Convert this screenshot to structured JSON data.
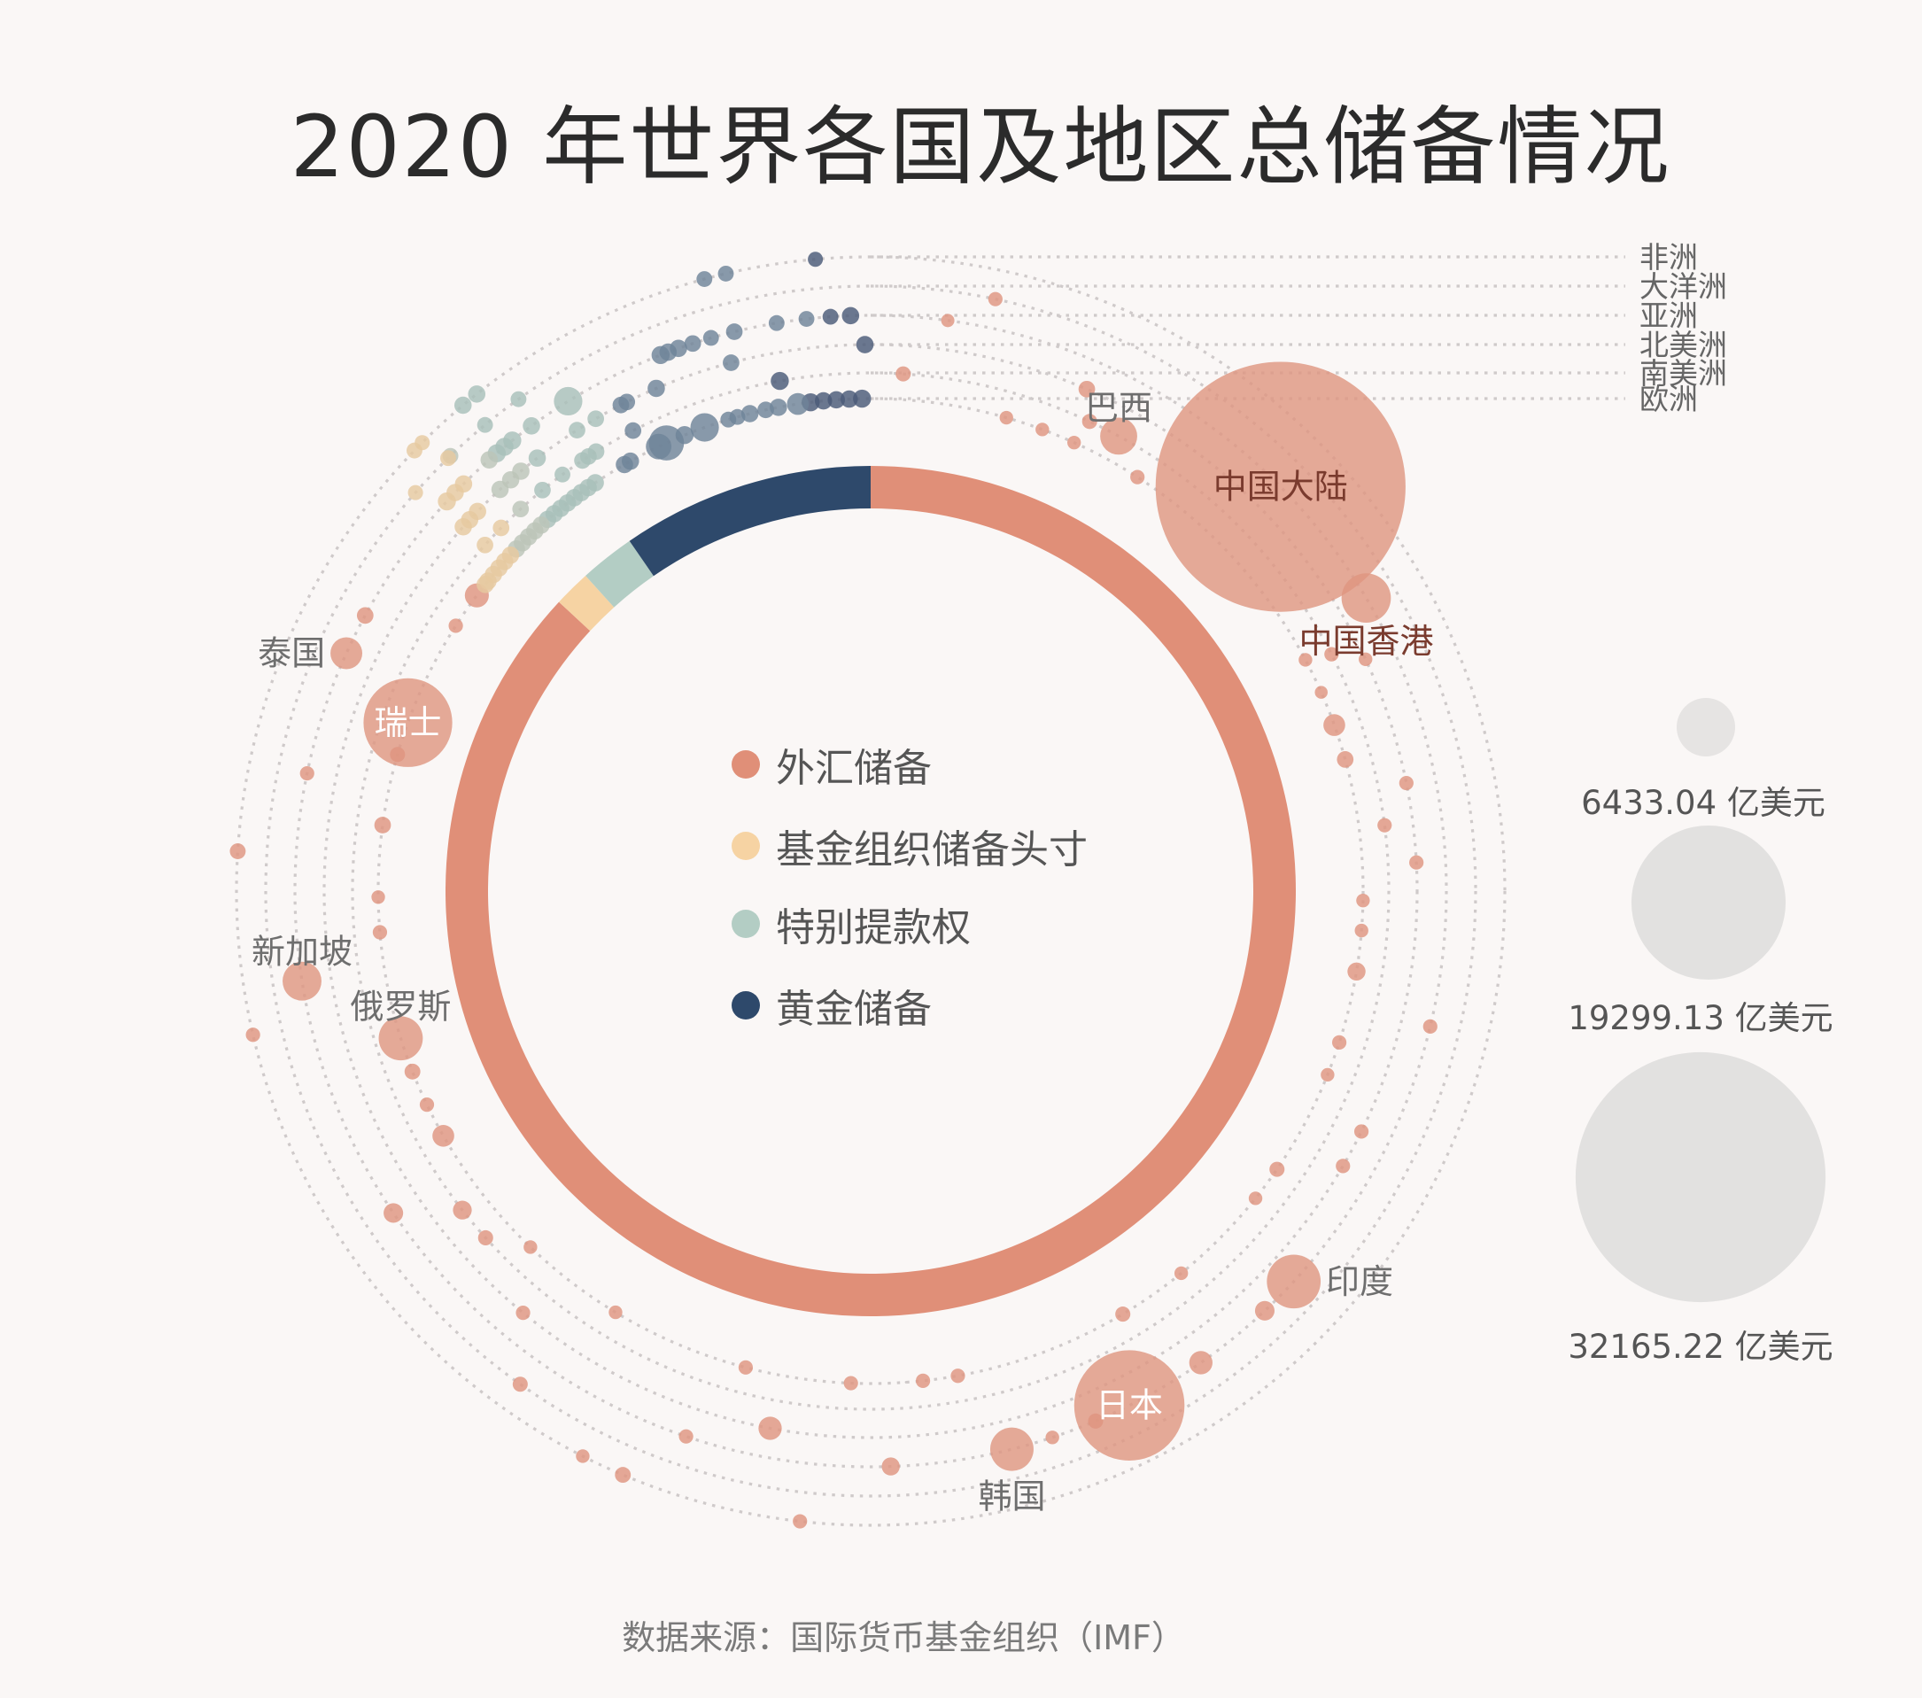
{
  "title": "2020 年世界各国及地区总储备情况",
  "source": "数据来源：国际货币基金组织（IMF）",
  "chart_data": {
    "type": "bubble-ring",
    "title": "2020 年世界各国及地区总储备情况",
    "unit": "亿美元",
    "composition": {
      "labels": [
        "外汇储备",
        "基金组织储备头寸",
        "特别提款权",
        "黄金储备"
      ],
      "percent": [
        86.9,
        1.4,
        2.1,
        9.6
      ],
      "colors": [
        "#e08f78",
        "#f6d3a3",
        "#b3cdc4",
        "#2e496b"
      ]
    },
    "rings": [
      "非洲",
      "大洋洲",
      "亚洲",
      "北美洲",
      "南美洲",
      "欧洲"
    ],
    "size_legend": [
      {
        "value": 6433.04,
        "label": "6433.04 亿美元"
      },
      {
        "value": 19299.13,
        "label": "19299.13 亿美元"
      },
      {
        "value": 32165.22,
        "label": "32165.22 亿美元"
      }
    ],
    "palette": {
      "o": "#df9580",
      "n": "#4a5a78",
      "s": "#6f8499",
      "t": "#a8c0ba",
      "g": "#bcc4b8",
      "y": "#e6c9a0"
    },
    "labeled": [
      {
        "name": "中国大陆",
        "ring": 2,
        "angle": 45.4,
        "value": 32165,
        "color": "o",
        "label_style": "inside-dark"
      },
      {
        "name": "中国香港",
        "ring": 2,
        "angle": 59.4,
        "value": 5200,
        "color": "o",
        "label_style": "bottom-dark"
      },
      {
        "name": "巴西",
        "ring": 4,
        "angle": 28.6,
        "value": 3550,
        "color": "o",
        "label_style": "top"
      },
      {
        "name": "印度",
        "ring": 2,
        "angle": 132.7,
        "value": 5800,
        "color": "o",
        "label_style": "right"
      },
      {
        "name": "日本",
        "ring": 2,
        "angle": 153.3,
        "value": 13400,
        "color": "o",
        "label_style": "inside-light"
      },
      {
        "name": "韩国",
        "ring": 2,
        "angle": 165.8,
        "value": 4400,
        "color": "o",
        "label_style": "bottom"
      },
      {
        "name": "俄罗斯",
        "ring": 5,
        "angle": 252.6,
        "value": 4500,
        "color": "o",
        "label_style": "top"
      },
      {
        "name": "新加坡",
        "ring": 2,
        "angle": 261,
        "value": 3800,
        "color": "o",
        "label_style": "top"
      },
      {
        "name": "瑞士",
        "ring": 5,
        "angle": 290,
        "value": 10500,
        "color": "o",
        "label_style": "inside-light"
      },
      {
        "name": "泰国",
        "ring": 2,
        "angle": 294.4,
        "value": 2850,
        "color": "o",
        "label_style": "left"
      }
    ],
    "dots_fields": [
      "ring",
      "angle",
      "value",
      "color"
    ],
    "dots": [
      [
        1,
        11.9,
        500,
        "o"
      ],
      [
        2,
        7.7,
        350,
        "o"
      ],
      [
        4,
        3.6,
        600,
        "o"
      ],
      [
        5,
        16,
        400,
        "o"
      ],
      [
        5,
        20.4,
        400,
        "o"
      ],
      [
        5,
        24.4,
        400,
        "o"
      ],
      [
        4,
        25,
        600,
        "o"
      ],
      [
        3,
        23.3,
        800,
        "o"
      ],
      [
        5,
        32.8,
        500,
        "o"
      ],
      [
        5,
        62,
        400,
        "o"
      ],
      [
        4,
        62.8,
        500,
        "o"
      ],
      [
        3,
        64.9,
        400,
        "o"
      ],
      [
        5,
        66.2,
        300,
        "o"
      ],
      [
        5,
        70.3,
        1500,
        "o"
      ],
      [
        5,
        74.5,
        800,
        "o"
      ],
      [
        3,
        78.6,
        500,
        "o"
      ],
      [
        4,
        82.7,
        500,
        "o"
      ],
      [
        3,
        87,
        500,
        "o"
      ],
      [
        5,
        91.1,
        400,
        "o"
      ],
      [
        5,
        94.6,
        400,
        "o"
      ],
      [
        5,
        99.4,
        1000,
        "o"
      ],
      [
        2,
        103.6,
        500,
        "o"
      ],
      [
        5,
        107.9,
        500,
        "o"
      ],
      [
        5,
        111.9,
        400,
        "o"
      ],
      [
        3,
        116.1,
        500,
        "o"
      ],
      [
        3,
        120.2,
        500,
        "o"
      ],
      [
        5,
        124.4,
        600,
        "o"
      ],
      [
        5,
        128.6,
        400,
        "o"
      ],
      [
        5,
        140.9,
        400,
        "o"
      ],
      [
        2,
        136.8,
        1200,
        "o"
      ],
      [
        2,
        145,
        1700,
        "o"
      ],
      [
        5,
        149.2,
        600,
        "o"
      ],
      [
        2,
        157,
        600,
        "o"
      ],
      [
        2,
        161.6,
        400,
        "o"
      ],
      [
        5,
        169.8,
        500,
        "o"
      ],
      [
        5,
        173.9,
        500,
        "o"
      ],
      [
        5,
        182.3,
        500,
        "o"
      ],
      [
        5,
        194.7,
        500,
        "o"
      ],
      [
        2,
        178,
        1000,
        "o"
      ],
      [
        3,
        190.6,
        1700,
        "o"
      ],
      [
        0,
        186.4,
        500,
        "o"
      ],
      [
        2,
        198.7,
        500,
        "o"
      ],
      [
        0,
        203,
        700,
        "o"
      ],
      [
        0,
        207,
        400,
        "o"
      ],
      [
        5,
        211.2,
        400,
        "o"
      ],
      [
        1,
        215.4,
        600,
        "o"
      ],
      [
        3,
        219.5,
        500,
        "o"
      ],
      [
        5,
        223.7,
        400,
        "o"
      ],
      [
        4,
        228,
        600,
        "o"
      ],
      [
        4,
        232,
        1100,
        "o"
      ],
      [
        2,
        236,
        1200,
        "o"
      ],
      [
        5,
        240.2,
        1500,
        "o"
      ],
      [
        5,
        244.3,
        500,
        "o"
      ],
      [
        5,
        248.5,
        700,
        "o"
      ],
      [
        0,
        256.9,
        500,
        "o"
      ],
      [
        5,
        265.2,
        500,
        "o"
      ],
      [
        5,
        269.3,
        400,
        "o"
      ],
      [
        5,
        277.7,
        800,
        "o"
      ],
      [
        0,
        273.6,
        700,
        "o"
      ],
      [
        2,
        281.8,
        500,
        "o"
      ],
      [
        5,
        286.1,
        600,
        "o"
      ],
      [
        2,
        298.6,
        800,
        "o"
      ],
      [
        5,
        302.6,
        500,
        "o"
      ],
      [
        5,
        306.9,
        1800,
        "o"
      ],
      [
        0,
        355,
        600,
        "n"
      ],
      [
        0,
        346.8,
        700,
        "s"
      ],
      [
        0,
        344.8,
        700,
        "s"
      ],
      [
        0,
        321.6,
        900,
        "t"
      ],
      [
        0,
        320,
        900,
        "t"
      ],
      [
        0,
        315,
        600,
        "y"
      ],
      [
        0,
        314,
        700,
        "y"
      ],
      [
        1,
        324.4,
        700,
        "t"
      ],
      [
        1,
        320.4,
        700,
        "t"
      ],
      [
        1,
        316,
        700,
        "g"
      ],
      [
        1,
        315.7,
        700,
        "y"
      ],
      [
        1,
        311.2,
        600,
        "y"
      ],
      [
        2,
        358,
        900,
        "n"
      ],
      [
        2,
        356,
        700,
        "n"
      ],
      [
        2,
        353.6,
        700,
        "s"
      ],
      [
        2,
        350.6,
        700,
        "s"
      ],
      [
        2,
        346.3,
        800,
        "s"
      ],
      [
        2,
        343.9,
        700,
        "s"
      ],
      [
        2,
        342,
        800,
        "s"
      ],
      [
        2,
        340.5,
        900,
        "s"
      ],
      [
        2,
        339.4,
        900,
        "s"
      ],
      [
        2,
        338.6,
        1000,
        "s"
      ],
      [
        2,
        328.3,
        2400,
        "t"
      ],
      [
        2,
        323.9,
        900,
        "t"
      ],
      [
        2,
        321.5,
        1000,
        "t"
      ],
      [
        2,
        320.5,
        1000,
        "t"
      ],
      [
        2,
        319.5,
        1000,
        "t"
      ],
      [
        2,
        318.5,
        900,
        "g"
      ],
      [
        2,
        315,
        900,
        "y"
      ],
      [
        2,
        313.8,
        900,
        "y"
      ],
      [
        2,
        312.6,
        1000,
        "y"
      ],
      [
        3,
        359.4,
        900,
        "n"
      ],
      [
        3,
        345.2,
        800,
        "s"
      ],
      [
        3,
        336.9,
        900,
        "s"
      ],
      [
        3,
        333.5,
        800,
        "s"
      ],
      [
        3,
        332.8,
        800,
        "s"
      ],
      [
        3,
        329.8,
        800,
        "t"
      ],
      [
        3,
        327.5,
        800,
        "t"
      ],
      [
        3,
        322.4,
        900,
        "t"
      ],
      [
        3,
        320.2,
        900,
        "g"
      ],
      [
        3,
        318.8,
        900,
        "g"
      ],
      [
        3,
        317.3,
        900,
        "g"
      ],
      [
        3,
        314,
        900,
        "y"
      ],
      [
        3,
        312.8,
        900,
        "y"
      ],
      [
        3,
        311.8,
        900,
        "y"
      ],
      [
        4,
        349.9,
        1000,
        "n"
      ],
      [
        4,
        332.7,
        800,
        "s"
      ],
      [
        4,
        328,
        800,
        "t"
      ],
      [
        4,
        327,
        800,
        "t"
      ],
      [
        4,
        326.2,
        800,
        "t"
      ],
      [
        4,
        323.5,
        700,
        "t"
      ],
      [
        4,
        320.7,
        800,
        "t"
      ],
      [
        4,
        317.5,
        800,
        "g"
      ],
      [
        4,
        314.5,
        800,
        "y"
      ],
      [
        4,
        311.9,
        800,
        "y"
      ],
      [
        5,
        359,
        1000,
        "n"
      ],
      [
        5,
        357.5,
        900,
        "n"
      ],
      [
        5,
        356,
        900,
        "n"
      ],
      [
        5,
        354.5,
        900,
        "n"
      ],
      [
        5,
        353,
        1000,
        "n"
      ],
      [
        5,
        351.5,
        1500,
        "s"
      ],
      [
        5,
        349.2,
        900,
        "s"
      ],
      [
        5,
        347.7,
        800,
        "s"
      ],
      [
        5,
        345.8,
        900,
        "s"
      ],
      [
        5,
        344.3,
        700,
        "s"
      ],
      [
        5,
        343.2,
        700,
        "s"
      ],
      [
        5,
        340.3,
        2400,
        "s"
      ],
      [
        5,
        337.8,
        1000,
        "s"
      ],
      [
        5,
        335.5,
        3300,
        "s"
      ],
      [
        5,
        334.5,
        2000,
        "s"
      ],
      [
        5,
        330.8,
        900,
        "s"
      ],
      [
        5,
        330,
        900,
        "s"
      ],
      [
        5,
        326,
        900,
        "t"
      ],
      [
        5,
        325,
        900,
        "t"
      ],
      [
        5,
        324,
        900,
        "t"
      ],
      [
        5,
        323,
        900,
        "t"
      ],
      [
        5,
        322,
        900,
        "t"
      ],
      [
        5,
        321,
        900,
        "t"
      ],
      [
        5,
        320,
        900,
        "t"
      ],
      [
        5,
        319,
        900,
        "t"
      ],
      [
        5,
        318,
        900,
        "g"
      ],
      [
        5,
        317,
        900,
        "g"
      ],
      [
        5,
        316,
        900,
        "g"
      ],
      [
        5,
        315,
        900,
        "g"
      ],
      [
        5,
        314,
        900,
        "g"
      ],
      [
        5,
        313,
        900,
        "y"
      ],
      [
        5,
        312,
        900,
        "y"
      ],
      [
        5,
        311,
        900,
        "y"
      ],
      [
        5,
        310,
        900,
        "y"
      ],
      [
        5,
        309,
        900,
        "y"
      ],
      [
        5,
        308.5,
        900,
        "y"
      ]
    ]
  }
}
